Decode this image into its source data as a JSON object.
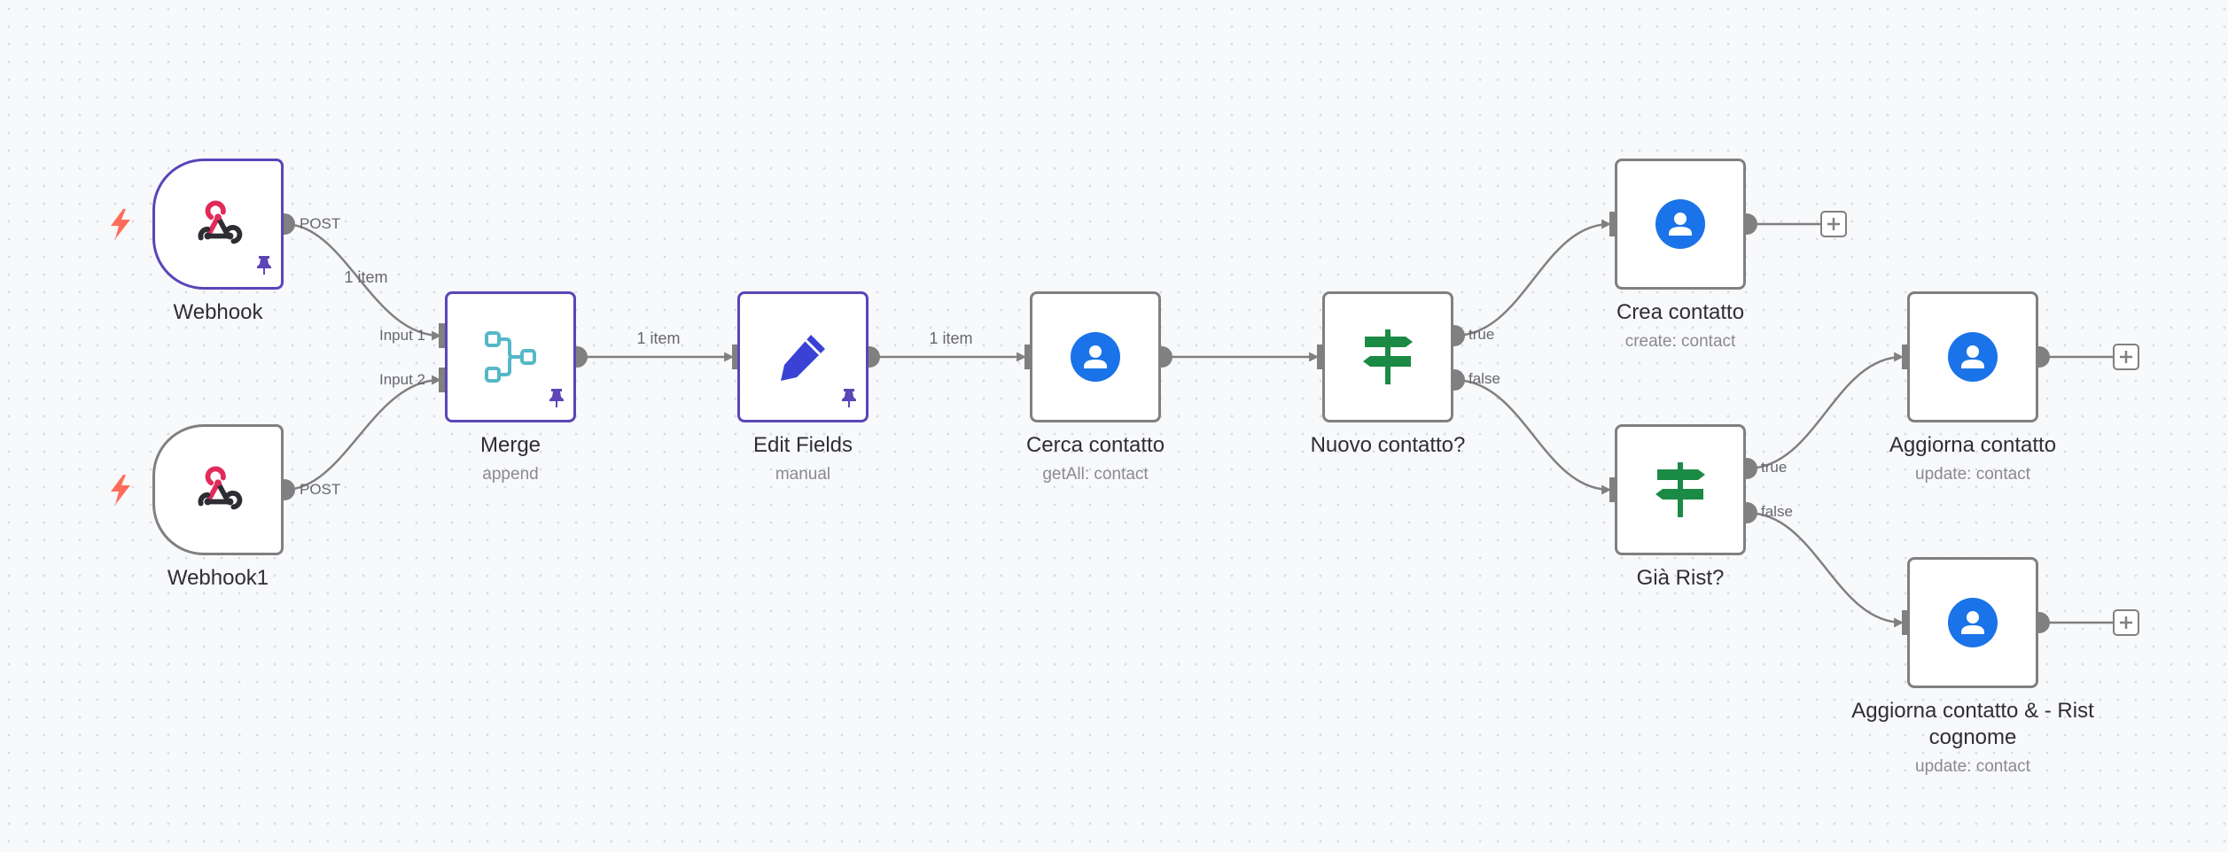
{
  "nodes": {
    "webhook": {
      "title": "Webhook",
      "output": "POST"
    },
    "webhook1": {
      "title": "Webhook1",
      "output": "POST"
    },
    "merge": {
      "title": "Merge",
      "subtitle": "append",
      "input1": "Input 1",
      "input2": "Input 2"
    },
    "edit_fields": {
      "title": "Edit Fields",
      "subtitle": "manual"
    },
    "cerca_contatto": {
      "title": "Cerca contatto",
      "subtitle": "getAll: contact"
    },
    "nuovo_contatto": {
      "title": "Nuovo contatto?",
      "true_label": "true",
      "false_label": "false"
    },
    "crea_contatto": {
      "title": "Crea contatto",
      "subtitle": "create: contact"
    },
    "gia_rist": {
      "title": "Già Rist?",
      "true_label": "true",
      "false_label": "false"
    },
    "aggiorna_contatto": {
      "title": "Aggiorna contatto",
      "subtitle": "update: contact"
    },
    "aggiorna_rist": {
      "title": "Aggiorna contatto & - Rist cognome",
      "subtitle": "update: contact"
    }
  },
  "edges": {
    "webhook_to_merge": "1 item",
    "merge_to_edit": "1 item",
    "edit_to_cerca": "1 item"
  },
  "icons": {
    "webhook": "webhook-icon",
    "merge": "merge-icon",
    "edit_fields": "pencil-icon",
    "contact": "user-icon",
    "if": "signpost-icon",
    "trigger": "lightning-bolt-icon",
    "pin": "pin-icon",
    "add": "plus-icon"
  },
  "colors": {
    "pinned_border": "#5b45b7",
    "node_border": "#808080",
    "webhook_red": "#e22a5a",
    "trigger_bolt": "#ff6d5a",
    "merge_teal": "#54b8c9",
    "pencil_blue": "#3a42d6",
    "contact_blue": "#1a73e8",
    "if_green": "#1b8a45"
  }
}
